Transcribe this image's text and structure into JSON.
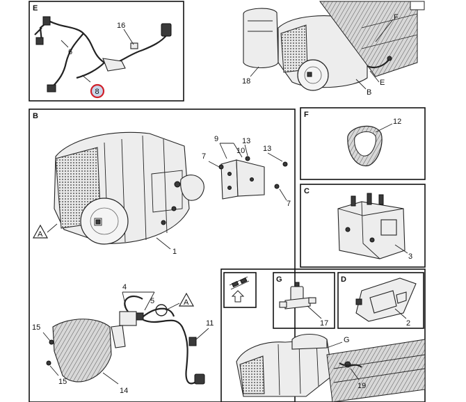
{
  "panels": {
    "E": "E",
    "B": "B",
    "F": "F",
    "C": "C",
    "G": "G",
    "D": "D"
  },
  "callouts": {
    "overview": {
      "f": "F",
      "e": "E",
      "b": "B",
      "n18": "18"
    },
    "panel_e": {
      "n16": "16",
      "n6": "6",
      "n8": "8"
    },
    "panel_b": {
      "n9": "9",
      "n13a": "13",
      "n10": "10",
      "n13b": "13",
      "n7a": "7",
      "n7b": "7",
      "n1": "1",
      "n4": "4",
      "n5": "5",
      "n11": "11",
      "n15a": "15",
      "n15b": "15",
      "n14": "14"
    },
    "panel_f": {
      "n12": "12"
    },
    "panel_c": {
      "n3": "3"
    },
    "panel_g": {
      "n17": "17"
    },
    "panel_d": {
      "n2": "2"
    },
    "lower": {
      "g": "G",
      "n19": "19"
    }
  },
  "section_markers": {
    "a1": "A",
    "a2": "A"
  },
  "highlight_color": "#d0202a"
}
